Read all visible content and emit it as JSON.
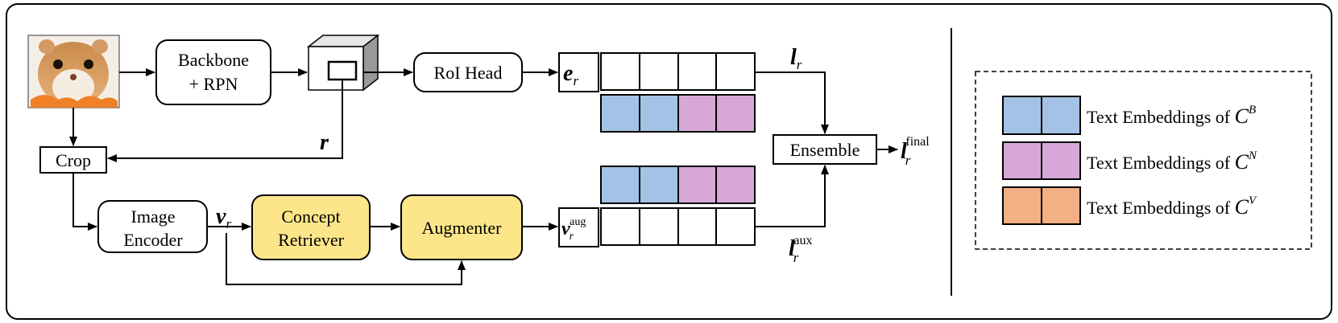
{
  "pipeline": {
    "backbone": {
      "line1": "Backbone",
      "line2": "+ RPN"
    },
    "roi_head": "RoI Head",
    "crop": "Crop",
    "image_encoder": {
      "line1": "Image",
      "line2": "Encoder"
    },
    "concept_retriever": {
      "line1": "Concept",
      "line2": "Retriever"
    },
    "augmenter": "Augmenter",
    "ensemble": "Ensemble"
  },
  "symbols": {
    "r": "r",
    "e": "e",
    "v": "v",
    "l": "l",
    "sub_r": "r",
    "aug": "aug",
    "aux": "aux",
    "final": "final"
  },
  "legend": {
    "items": [
      {
        "label": "Text Embeddings of ",
        "set": "C",
        "sup": "B",
        "color": "#a4c2e5"
      },
      {
        "label": "Text Embeddings of ",
        "set": "C",
        "sup": "N",
        "color": "#d7a8d7"
      },
      {
        "label": "Text Embeddings of ",
        "set": "C",
        "sup": "V",
        "color": "#f2b084"
      }
    ]
  },
  "colors": {
    "accent_box": "#fde68a",
    "base_embed": "#a4c2e5",
    "novel_embed": "#d7a8d7",
    "vocab_embed": "#f2b084",
    "stroke": "#000000"
  },
  "image": {
    "subject": "hamster-photo"
  }
}
